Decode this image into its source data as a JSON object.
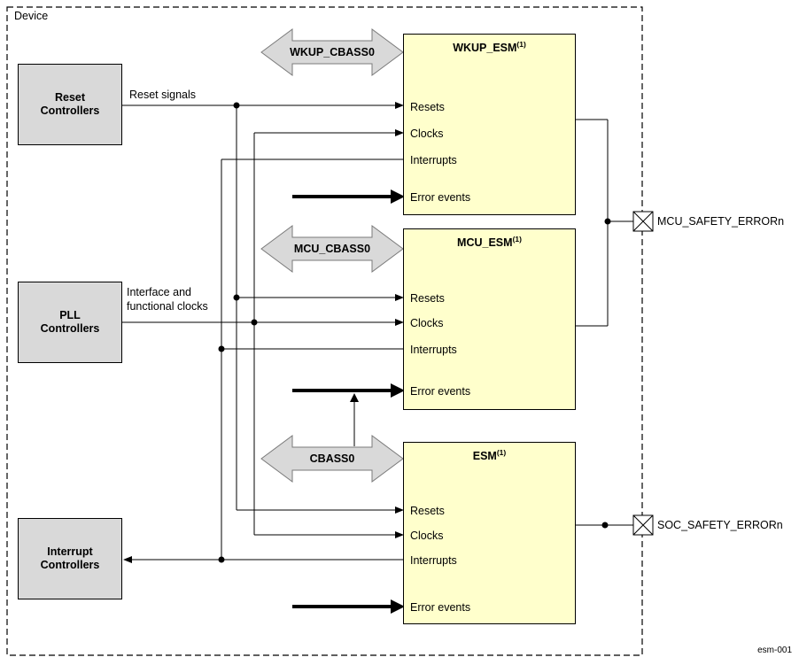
{
  "device_label": "Device",
  "figure_id": "esm-001",
  "controllers": [
    {
      "name": "Reset Controllers"
    },
    {
      "name": "PLL Controllers"
    },
    {
      "name": "Interrupt Controllers"
    }
  ],
  "esm_modules": [
    {
      "title": "WKUP_ESM",
      "sup": "(1)",
      "rows": [
        "Resets",
        "Clocks",
        "Interrupts",
        "Error events"
      ]
    },
    {
      "title": "MCU_ESM",
      "sup": "(1)",
      "rows": [
        "Resets",
        "Clocks",
        "Interrupts",
        "Error events"
      ]
    },
    {
      "title": "ESM",
      "sup": "(1)",
      "rows": [
        "Resets",
        "Clocks",
        "Interrupts",
        "Error events"
      ]
    }
  ],
  "interconnects": [
    {
      "label": "WKUP_CBASS0"
    },
    {
      "label": "MCU_CBASS0"
    },
    {
      "label": "CBASS0"
    }
  ],
  "signal_labels": {
    "reset": "Reset signals",
    "clocks": "Interface and functional clocks"
  },
  "outputs": [
    {
      "label": "MCU_SAFETY_ERRORn"
    },
    {
      "label": "SOC_SAFETY_ERRORn"
    }
  ],
  "colors": {
    "module_fill": "#FFFFCC",
    "controller_fill": "#D9D9D9",
    "interconnect_fill": "#D9D9D9",
    "line": "#000000"
  }
}
